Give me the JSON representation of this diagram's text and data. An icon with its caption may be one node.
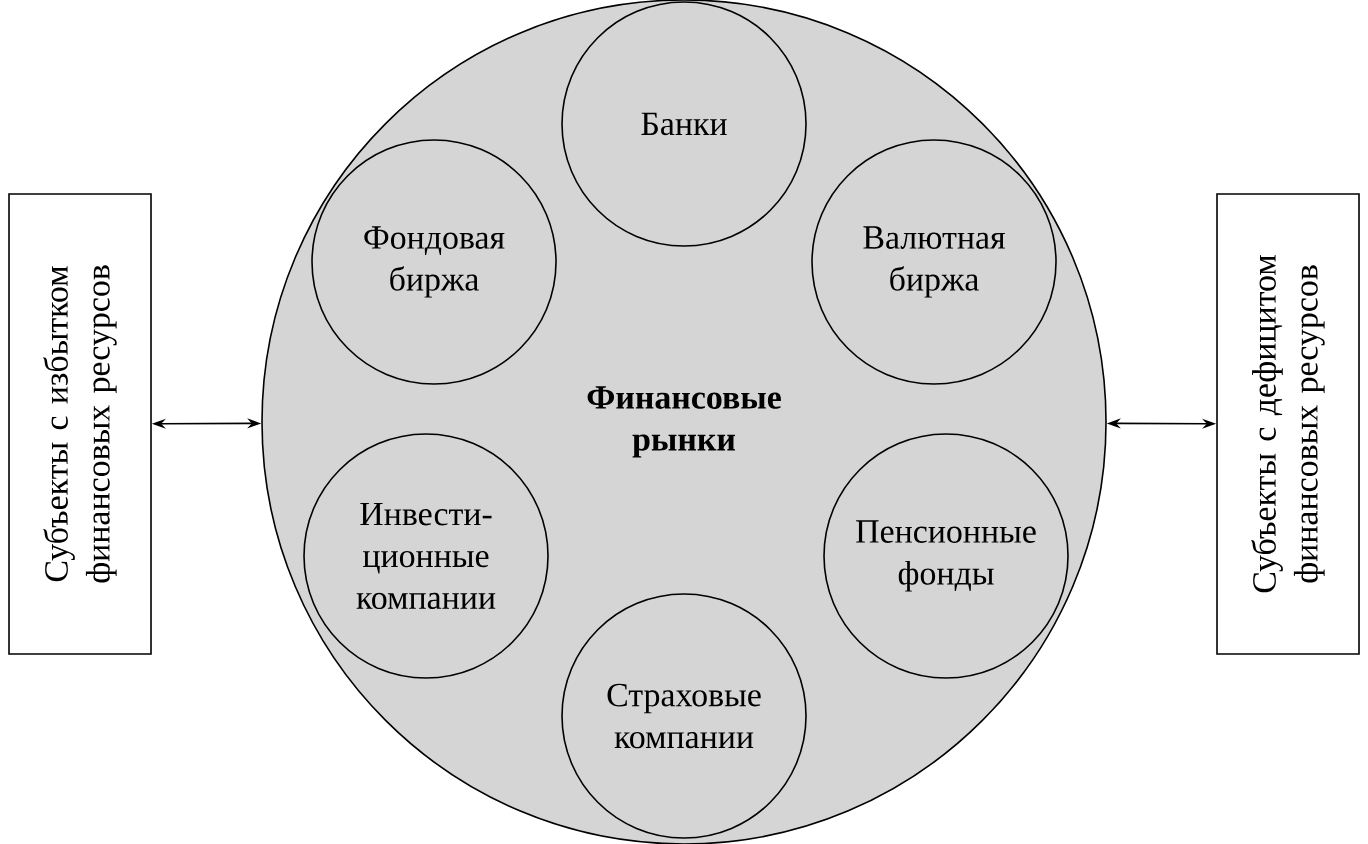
{
  "diagram": {
    "nodes": [
      {
        "text": [
          "Субъекты с избытком финансовых ресурсов"
        ]
      },
      {
        "text": [
          "Финансовые рынки"
        ]
      },
      {
        "text": [
          "Банки"
        ],
        "in": 1
      },
      {
        "text": [
          "Фондовая биржа"
        ],
        "in": 1
      },
      {
        "text": [
          "Валютная биржа"
        ],
        "in": 1
      },
      {
        "text": [
          "Инвести- ционные компании"
        ],
        "in": 1
      },
      {
        "text": [
          "Пенсионные фонды"
        ],
        "in": 1
      },
      {
        "text": [
          "Страховые компании"
        ],
        "in": 1
      },
      {
        "text": [
          "Субъекты с дефицитом финансовых ресурсов"
        ]
      }
    ],
    "edges": [
      {
        "from": 0,
        "to": 1,
        "arrow": "both"
      },
      {
        "from": 1,
        "to": 8,
        "arrow": "both"
      }
    ]
  }
}
